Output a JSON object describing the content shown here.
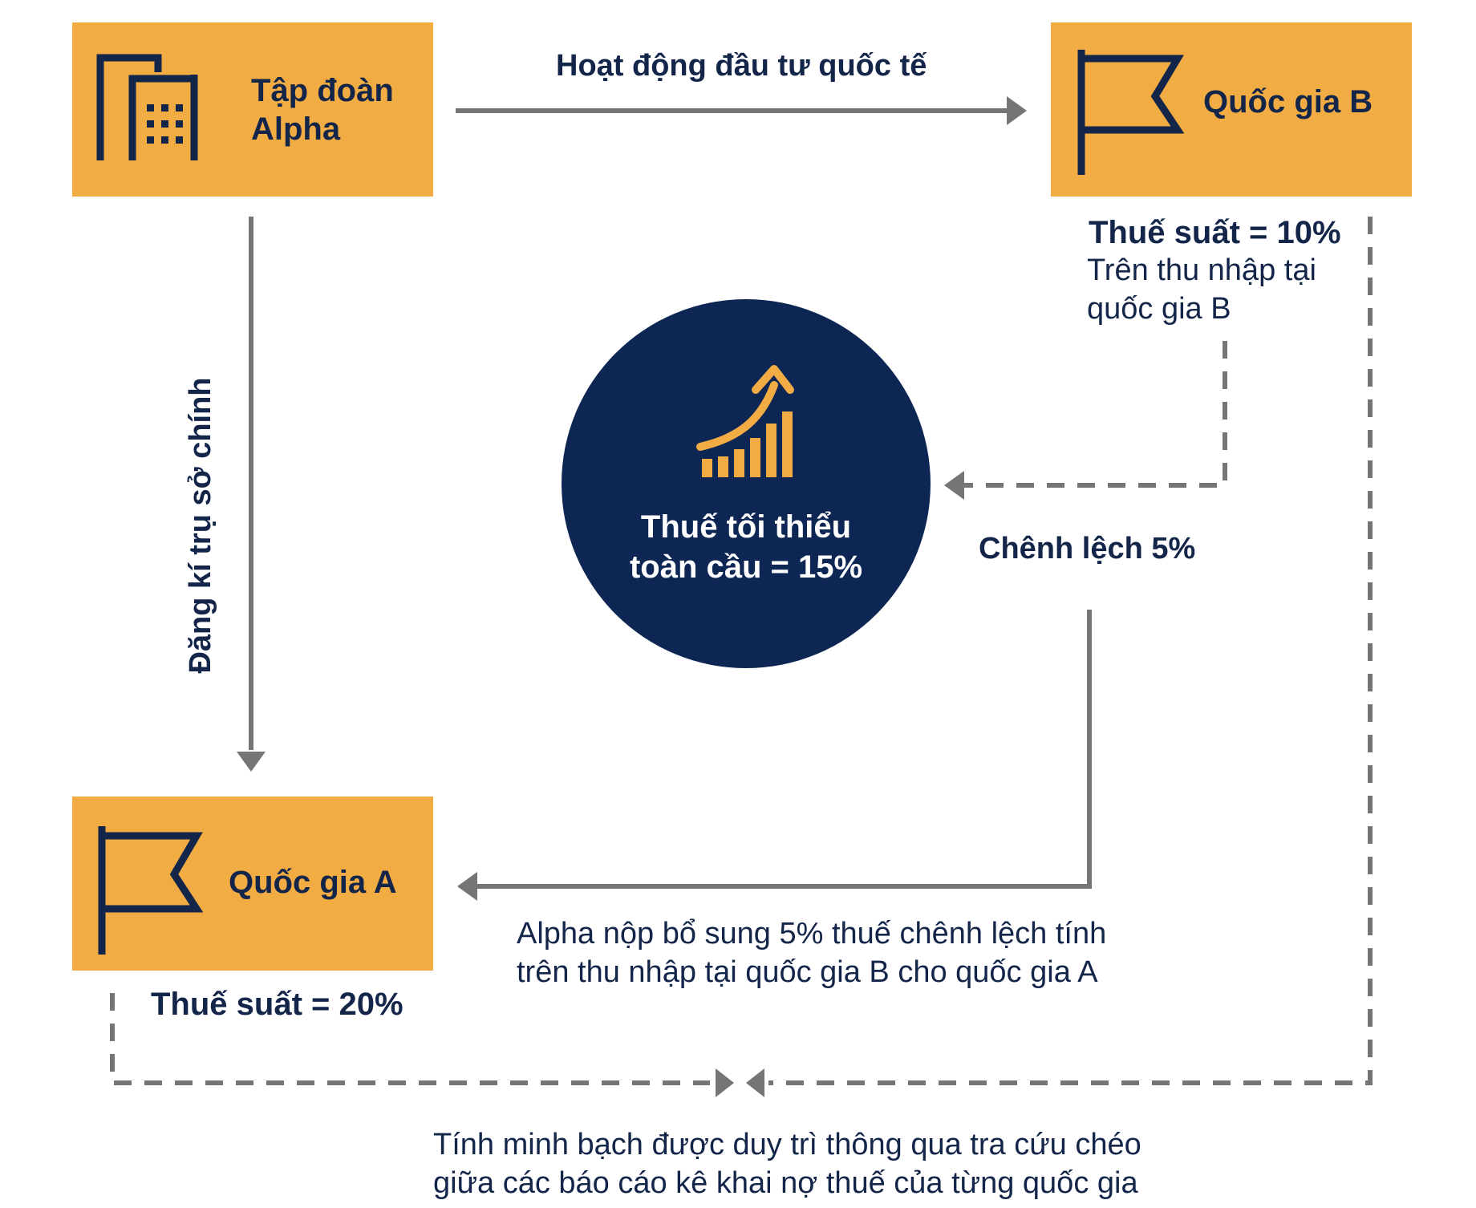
{
  "colors": {
    "box": "#f2ac44",
    "navy": "#0e2654",
    "text": "#14254a",
    "arrow": "#757575",
    "icon_accent": "#f2ac44"
  },
  "alpha": {
    "name_line1": "Tập đoàn",
    "name_line2": "Alpha",
    "icon": "office-building-icon"
  },
  "country_b": {
    "name": "Quốc gia B",
    "icon": "flag-icon",
    "rate": "Thuế suất = 10%",
    "note_line1": "Trên thu nhập tại",
    "note_line2": "quốc gia B"
  },
  "country_a": {
    "name": "Quốc gia A",
    "icon": "flag-icon",
    "rate": "Thuế suất = 20%"
  },
  "center": {
    "icon": "growth-chart-icon",
    "line1": "Thuế tối thiểu",
    "line2": "toàn cầu = 15%"
  },
  "arrows": {
    "investment": "Hoạt động đầu tư quốc tế",
    "headquarters": "Đăng kí trụ sở chính",
    "difference": "Chênh lệch 5%",
    "payment_line1": "Alpha nộp bổ sung 5% thuế chênh lệch tính",
    "payment_line2": "trên thu nhập tại quốc gia B cho quốc gia A"
  },
  "transparency": {
    "line1": "Tính minh bạch được duy trì thông qua tra cứu chéo",
    "line2": "giữa các báo cáo kê khai nợ thuế của từng quốc gia"
  }
}
